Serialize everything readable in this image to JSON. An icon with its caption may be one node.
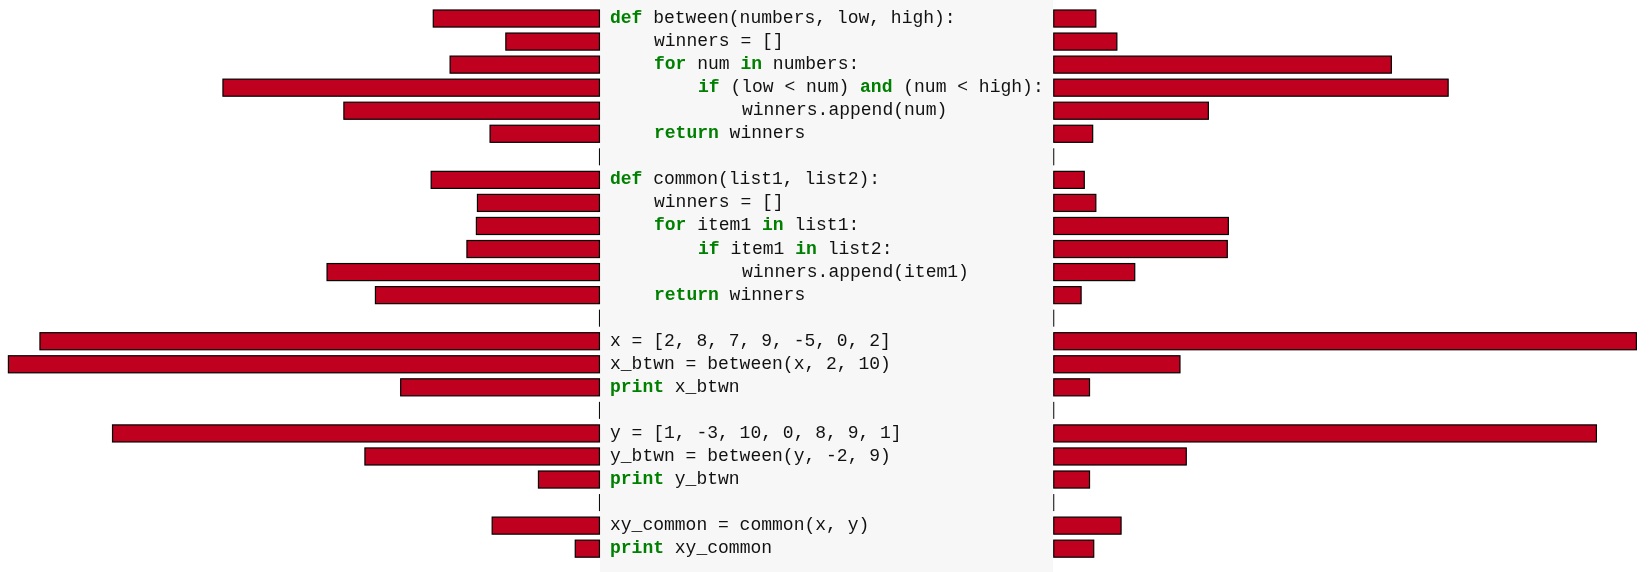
{
  "diagram": {
    "labels": [
      "**def** between(numbers, low, high):",
      "winners = []",
      "**for** num **in** numbers:",
      "**if** (low < num) **and** (num < high):",
      "winners.append(num)",
      "**return** winners",
      "**def** common(list1, list2):",
      "winners = []",
      "**for** item1 **in** list1:",
      "**if** item1 **in** list2:",
      "winners.append(item1)",
      "**return** winners",
      "x = [2, 8, 7, 9, -5, 0, 2]",
      "x_btwn = between(x, 2, 10)",
      "**print** x_btwn",
      "y = [1, -3, 10, 0, 8, 9, 1]",
      "y_btwn = between(y, -2, 9)",
      "**print** y_btwn",
      "xy_common = common(x, y)",
      "**print** xy_common"
    ]
  }
}
